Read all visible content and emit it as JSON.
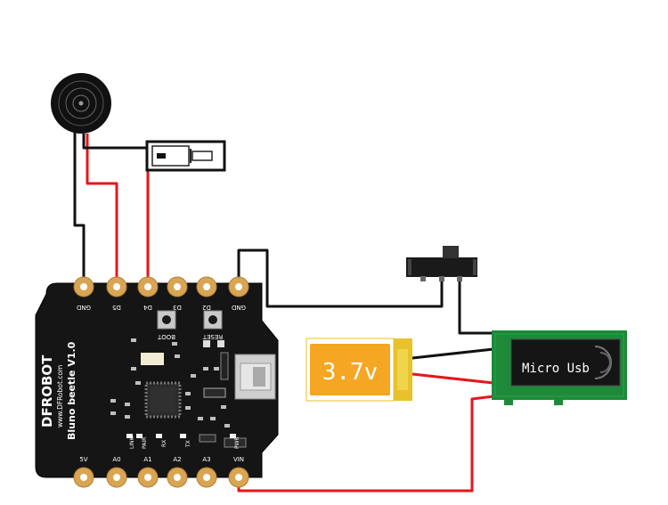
{
  "board": {
    "brand_name": "DFROBOT",
    "website": "www.DFRobot.com",
    "model": "Bluno beetle V1.0",
    "top_pins": [
      "GND",
      "D5",
      "D4",
      "D3",
      "D2",
      "GND"
    ],
    "bottom_pins": [
      "5V",
      "A0",
      "A1",
      "A2",
      "A3",
      "VIN"
    ],
    "buttons": [
      "BOOT",
      "RESET"
    ],
    "leds": [
      "LINK",
      "PAIR",
      "RX",
      "TX",
      "PWR"
    ]
  },
  "battery": {
    "label": "3.7v"
  },
  "charger": {
    "label": "Micro Usb"
  },
  "components": {
    "buzzer": "buzzer",
    "vibration_motor": "vibration-motor",
    "switch": "slide-switch"
  },
  "colors": {
    "wire_red": "#e8141c",
    "wire_black": "#111111",
    "board": "#151515",
    "pad_gold": "#d9a553",
    "charger_green": "#1d8a3a",
    "battery_orange": "#f5a623",
    "battery_yellow": "#e8c22a"
  }
}
